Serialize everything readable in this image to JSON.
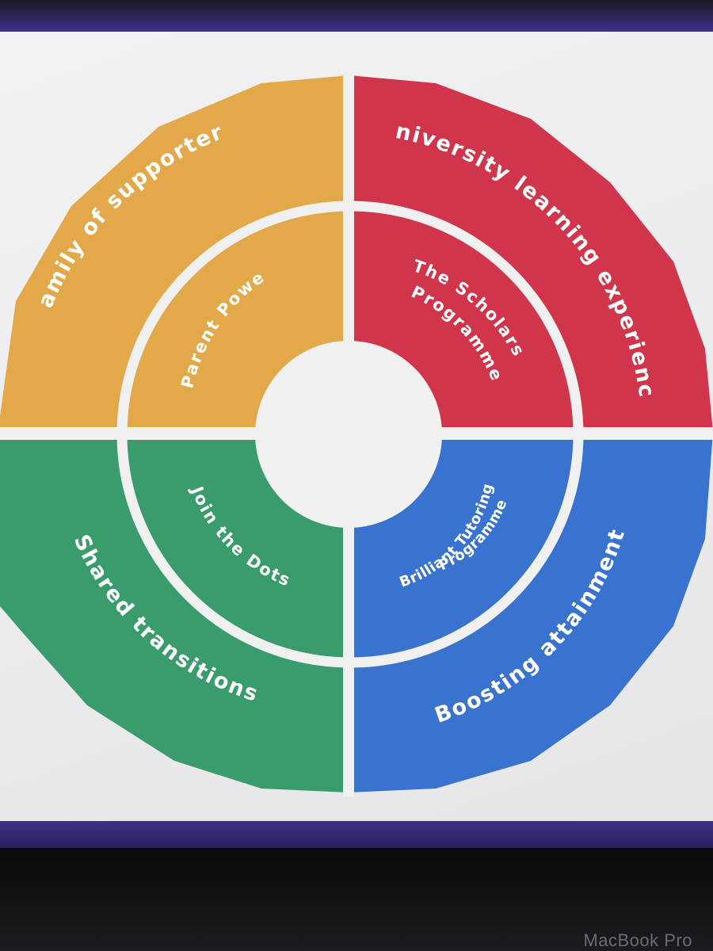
{
  "colors": {
    "yellow": "#E3A84A",
    "red": "#D0354B",
    "green": "#3A9B6C",
    "blue": "#3A72CF",
    "divider": "#f0f0f1"
  },
  "outer": {
    "top_left": "Family of supporters",
    "top_right": "University learning experience",
    "bottom_left": "Shared transitions",
    "bottom_right": "Boosting attainment"
  },
  "inner": {
    "top_left": "Parent Power",
    "top_right_line1": "The Scholars",
    "top_right_line2": "Programme",
    "bottom_left": "Join the Dots",
    "bottom_right_line1": "Brilliant Tutoring",
    "bottom_right_line2": "Programme"
  },
  "device": {
    "brand": "MacBook Pro"
  }
}
